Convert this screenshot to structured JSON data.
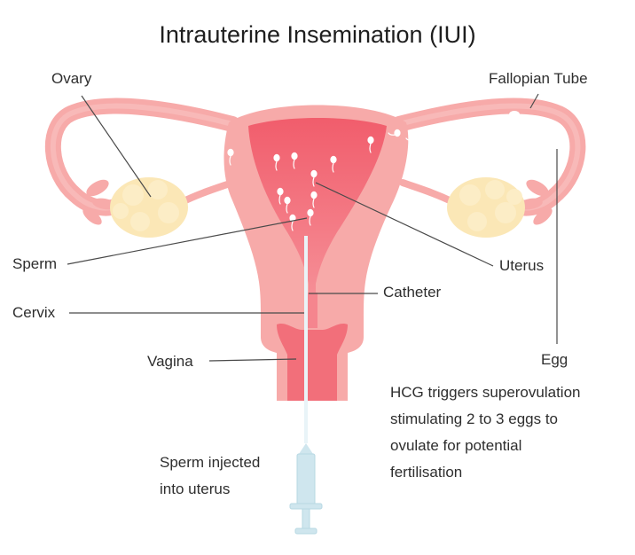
{
  "title": "Intrauterine Insemination (IUI)",
  "labels": {
    "ovary": "Ovary",
    "fallopian_tube": "Fallopian Tube",
    "sperm": "Sperm",
    "uterus": "Uterus",
    "catheter": "Catheter",
    "cervix": "Cervix",
    "vagina": "Vagina",
    "egg": "Egg"
  },
  "note_injected": [
    "Sperm injected",
    "into uterus"
  ],
  "note_hcg": [
    "HCG triggers superovulation",
    "stimulating 2 to 3 eggs to",
    "ovulate for potential",
    "fertilisation"
  ],
  "colors": {
    "outer_tissue": "#f7aaa9",
    "inner_tissue": "#f26f7a",
    "ovary": "#fbe7b6",
    "syringe": "#cfe6ee"
  }
}
